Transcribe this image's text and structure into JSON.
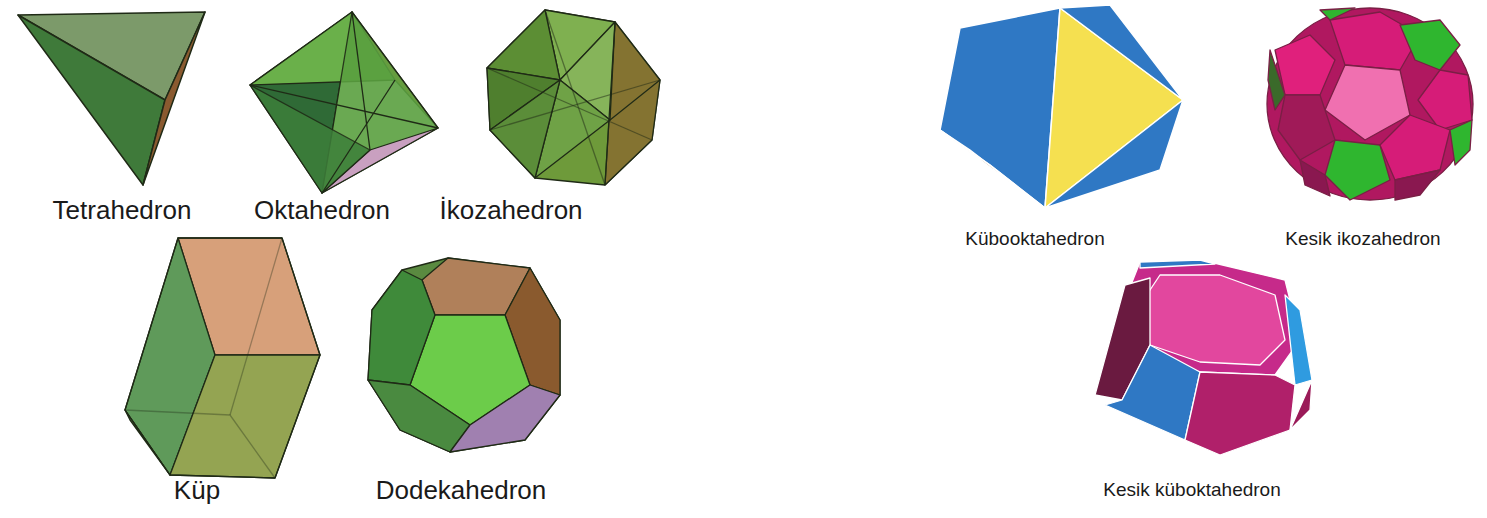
{
  "diagram": {
    "labels": [
      "Tetrahedron",
      "Oktahedron",
      "İkozahedron",
      "Küp",
      "Dodekahedron",
      "Kübooktahedron",
      "Kesik ikozahedron",
      "Kesik küboktahedron"
    ]
  }
}
